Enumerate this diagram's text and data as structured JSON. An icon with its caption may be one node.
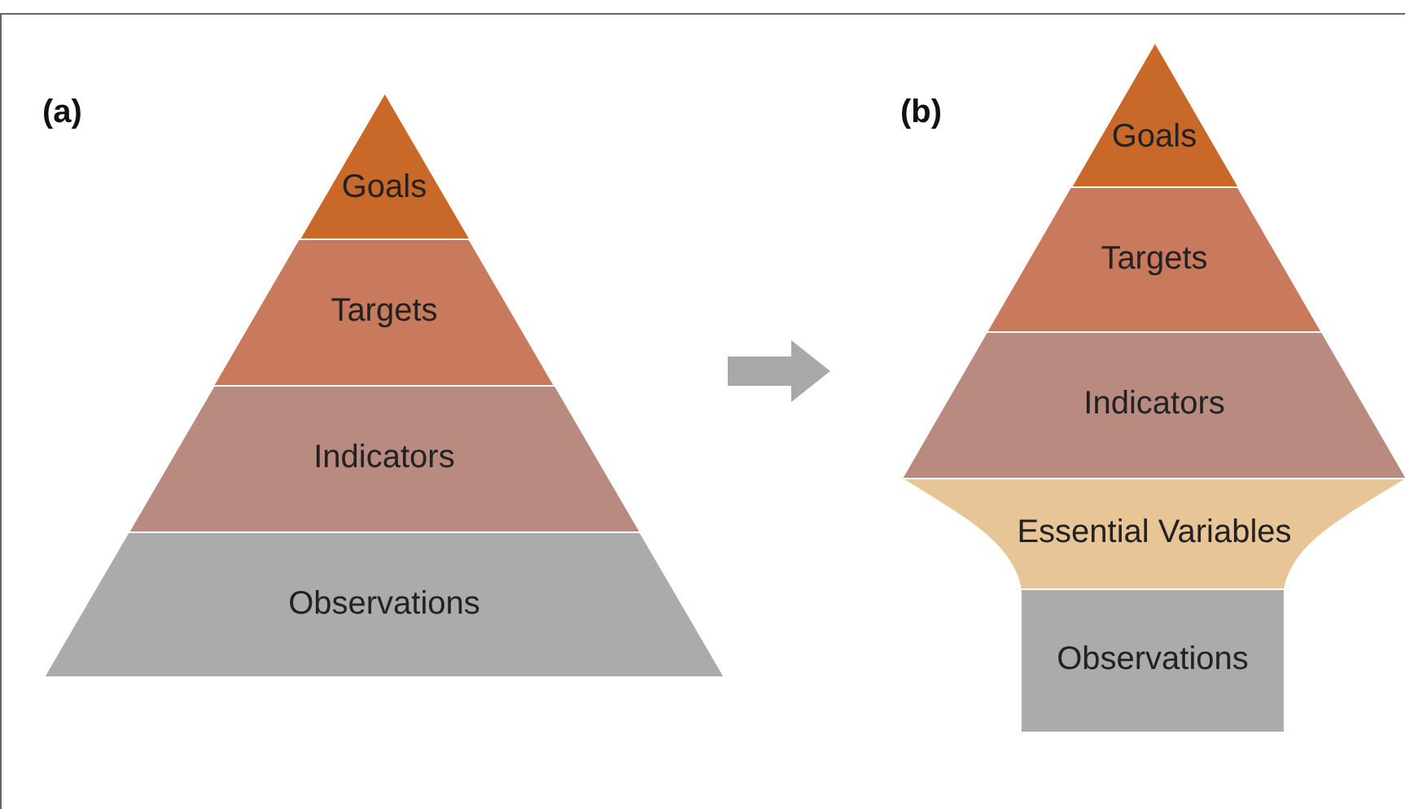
{
  "diagram": {
    "nodes": [
      {
        "text": [
          "(a)"
        ]
      },
      {
        "text": [
          "Goals"
        ],
        "in": 0
      },
      {
        "text": [
          "Targets"
        ],
        "in": 0
      },
      {
        "text": [
          "Indicators"
        ],
        "in": 0
      },
      {
        "text": [
          "Observations"
        ],
        "in": 0
      },
      {
        "text": [
          "(b)"
        ]
      },
      {
        "text": [
          "Goals"
        ],
        "in": 5
      },
      {
        "text": [
          "Targets"
        ],
        "in": 5
      },
      {
        "text": [
          "Indicators"
        ],
        "in": 5
      },
      {
        "text": [
          "Essential Variables"
        ],
        "in": 5
      },
      {
        "text": [
          "Observations"
        ],
        "in": 5
      }
    ],
    "edges": [
      {
        "from": 0,
        "to": 5,
        "arrow": "to"
      }
    ]
  }
}
